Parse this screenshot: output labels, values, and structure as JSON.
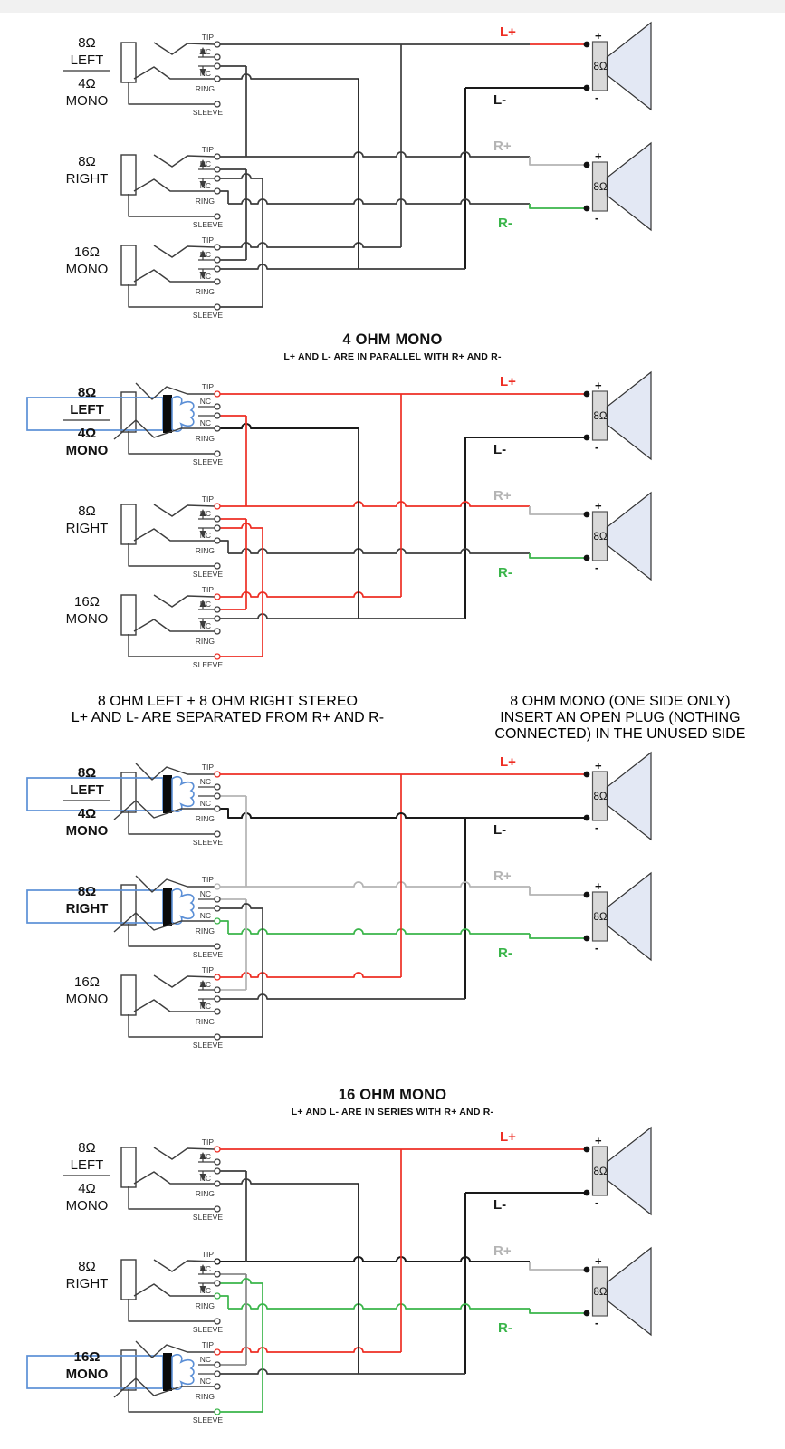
{
  "page": {
    "top_bar_color": "#f1f1f1",
    "background": "#ffffff"
  },
  "palette": {
    "wire": "#3d3d3d",
    "black": "#1a1a1a",
    "red": "#ee2e24",
    "green": "#3ab54a",
    "gray": "#b4b4b4",
    "light_gray": "#8a8a8a",
    "plug_blue": "#5b8fd6",
    "speaker_cone": "#e3e8f4",
    "speaker_magnet": "#d9d9d9",
    "pin_label": "#333333"
  },
  "pin_labels": [
    "TIP",
    "NC",
    "NC",
    "RING",
    "SLEEVE"
  ],
  "wire_labels": {
    "l_plus": "L+",
    "l_minus": "L-",
    "r_plus": "R+",
    "r_minus": "R-"
  },
  "speaker": {
    "impedance": "8Ω",
    "plus": "+",
    "minus": "-"
  },
  "jacks": {
    "left": {
      "line1": "8Ω",
      "line2": "LEFT",
      "line3": "4Ω",
      "line4": "MONO"
    },
    "right": {
      "line1": "8Ω",
      "line2": "RIGHT"
    },
    "mono": {
      "line1": "16Ω",
      "line2": "MONO"
    }
  },
  "sections": [
    {
      "id": "s1",
      "title": "",
      "subtitle": "",
      "plugs": [],
      "bold_jacks": []
    },
    {
      "id": "s2",
      "title": "4 OHM MONO",
      "subtitle": "L+ AND L- ARE IN PARALLEL WITH R+ AND R-",
      "plugs": [
        "left"
      ],
      "bold_jacks": [
        "left"
      ]
    },
    {
      "id": "s3",
      "title": "8 OHM LEFT + 8 OHM RIGHT STEREO",
      "subtitle": "L+ AND L- ARE SEPARATED FROM R+ AND R-",
      "title2": "8 OHM MONO (ONE SIDE ONLY)",
      "subtitle2": "INSERT AN OPEN PLUG (NOTHING  CONNECTED) IN THE UNUSED SIDE",
      "plugs": [
        "left",
        "right"
      ],
      "bold_jacks": [
        "left",
        "right"
      ]
    },
    {
      "id": "s4",
      "title": "16 OHM MONO",
      "subtitle": "L+ AND L- ARE IN SERIES WITH R+ AND R-",
      "plugs": [
        "mono"
      ],
      "bold_jacks": [
        "mono"
      ]
    }
  ]
}
